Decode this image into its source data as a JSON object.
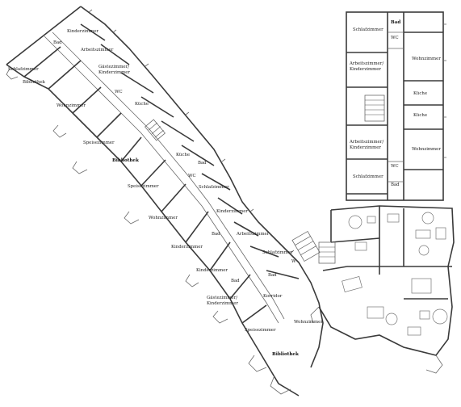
{
  "labels": {
    "right_bad": "Bad",
    "right_schlafzimmer_1": "Schlafzimmer",
    "right_wc_1": "WC",
    "right_arbeitszimmer_1a": "Arbeitszimmer/",
    "right_arbeitszimmer_1b": "Kinderzimmer",
    "right_wohnzimmer_1": "Wohnzimmer",
    "right_kueche_1": "Küche",
    "right_kueche_2": "Küche",
    "right_arbeitszimmer_2a": "Arbeitszimmer/",
    "right_arbeitszimmer_2b": "Kinderzimmer",
    "right_wohnzimmer_2": "Wohnzimmer",
    "right_schlafzimmer_2": "Schlafzimmer",
    "right_wc_2": "WC",
    "right_bad_2": "Bad",
    "l_bad_1": "Bad",
    "l_kinderzimmer_1": "Kinderzimmer",
    "l_schlafzimmer_1": "Schlafzimmer",
    "l_arbeitszimmer_1": "Arbeitszimmer",
    "l_bibliothek_1": "Bibliothek",
    "l_gaestezimmer_1a": "Gästezimmer/",
    "l_gaestezimmer_1b": "Kinderzimmer",
    "l_wc_1": "WC",
    "l_wohnzimmer_1": "Wohnzimmer",
    "l_kueche_1": "Küche",
    "l_speisezimmer_1": "Speisezimmer",
    "l_bibliothek_2": "Bibliothek",
    "l_kueche_2": "Küche",
    "l_bad_2": "Bad",
    "l_wc_2": "WC",
    "l_speisezimmer_2": "Speisezimmer",
    "l_schlafzimmer_2": "Schlafzimmer",
    "l_kinderzimmer_2": "Kinderzimmer",
    "l_wohnzimmer_2": "Wohnzimmer",
    "l_arbeitszimmer_2": "Arbeitszimmer",
    "l_bad_3": "Bad",
    "l_kinderzimmer_3": "Kinderzimmer",
    "l_schlafzimmer_3": "Schlafzimmer",
    "l_w": "W",
    "l_kinderzimmer_4": "Kinderzimmer",
    "l_bad_4": "Bad",
    "l_bad_5": "Bad",
    "l_gaestezimmer_2a": "Gästezimmer/",
    "l_gaestezimmer_2b": "Kinderzimmer",
    "l_korridor": "Korridor",
    "l_speisezimmer_3": "Speisezimmer",
    "l_wohnzimmer_3": "Wohnzimmer",
    "l_bibliothek_3": "Bibliothek"
  }
}
